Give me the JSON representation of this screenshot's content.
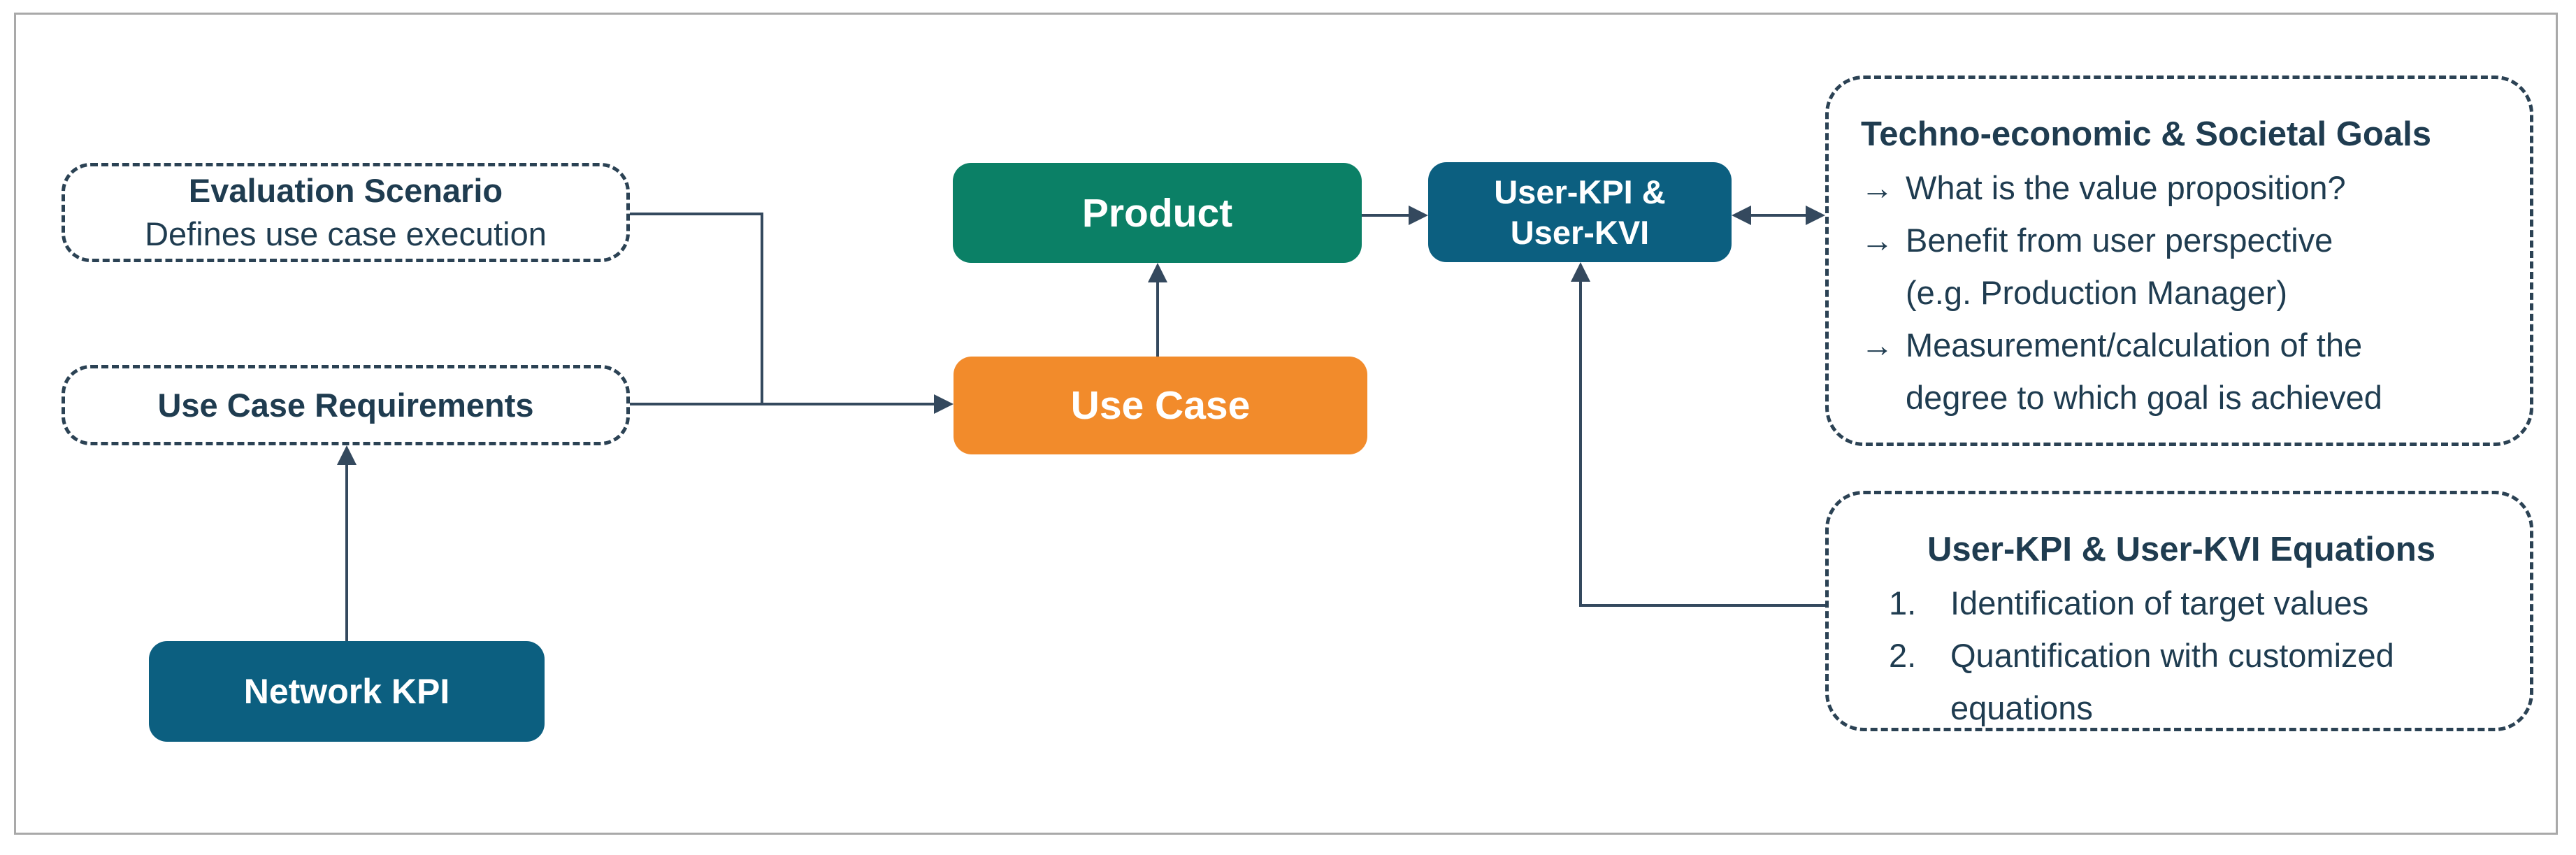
{
  "diagram": {
    "nodes": {
      "evaluation_scenario": {
        "title": "Evaluation Scenario",
        "subtitle": "Defines use case execution"
      },
      "use_case_requirements": {
        "title": "Use Case Requirements"
      },
      "network_kpi": {
        "label": "Network KPI"
      },
      "product": {
        "label": "Product"
      },
      "use_case": {
        "label": "Use Case"
      },
      "user_kpi_kvi": {
        "line1": "User-KPI &",
        "line2": "User-KVI"
      },
      "goals": {
        "title": "Techno-economic & Societal Goals",
        "marker": "→",
        "items": [
          {
            "lines": [
              "What is the value proposition?"
            ]
          },
          {
            "lines": [
              "Benefit from user perspective",
              "(e.g. Production Manager)"
            ]
          },
          {
            "lines": [
              "Measurement/calculation of the",
              "degree to which goal is achieved"
            ]
          }
        ]
      },
      "equations": {
        "title": "User-KPI & User-KVI Equations",
        "items": [
          {
            "num": "1.",
            "lines": [
              "Identification of target values"
            ]
          },
          {
            "num": "2.",
            "lines": [
              "Quantification with customized",
              "equations"
            ]
          }
        ]
      }
    },
    "colors": {
      "green": "#0b8066",
      "orange": "#f28b2b",
      "blue": "#0c5f80",
      "ink": "#1f3c50",
      "connector": "#34495e",
      "frame": "#a9a9a9"
    }
  }
}
